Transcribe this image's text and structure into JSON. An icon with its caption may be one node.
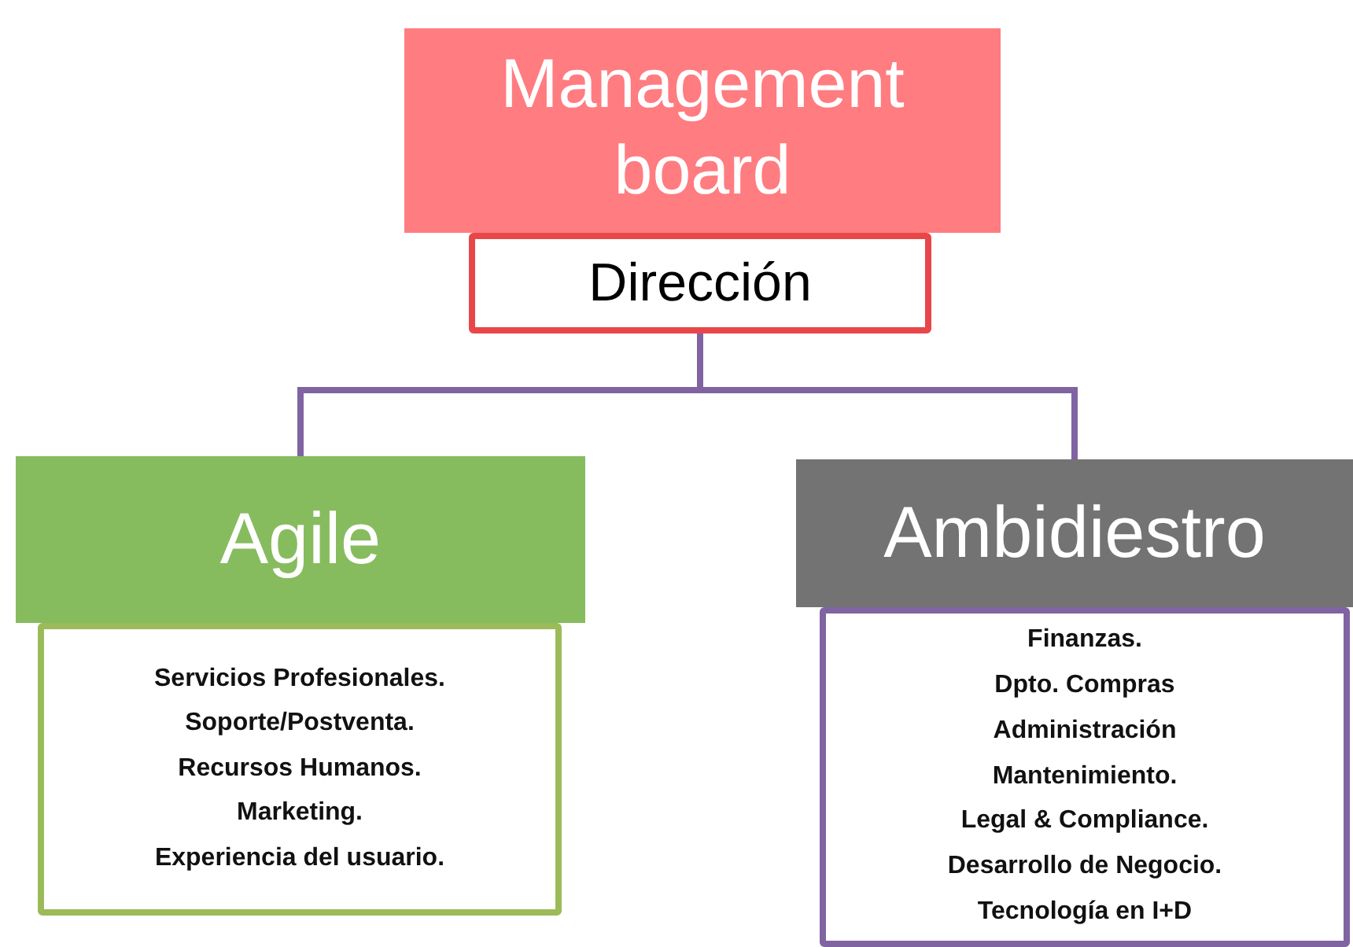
{
  "diagram": {
    "nodes": [
      {
        "text": [
          "Management board"
        ]
      },
      {
        "text": [
          "Dirección"
        ]
      },
      {
        "text": [
          "Agile"
        ]
      },
      {
        "text": [
          "Servicios Profesionales.",
          "Soporte/Postventa.",
          "Recursos Humanos.",
          "Marketing.",
          "Experiencia del usuario."
        ]
      },
      {
        "text": [
          "Ambidiestro"
        ]
      },
      {
        "text": [
          "Finanzas.",
          "Dpto. Compras",
          "Administración",
          "Mantenimiento.",
          "Legal & Compliance.",
          "Desarrollo de Negocio.",
          "Tecnología en I+D"
        ]
      }
    ],
    "edges": [
      {
        "from": 1,
        "to": 2,
        "arrow": "none"
      },
      {
        "from": 1,
        "to": 4,
        "arrow": "none"
      }
    ]
  }
}
